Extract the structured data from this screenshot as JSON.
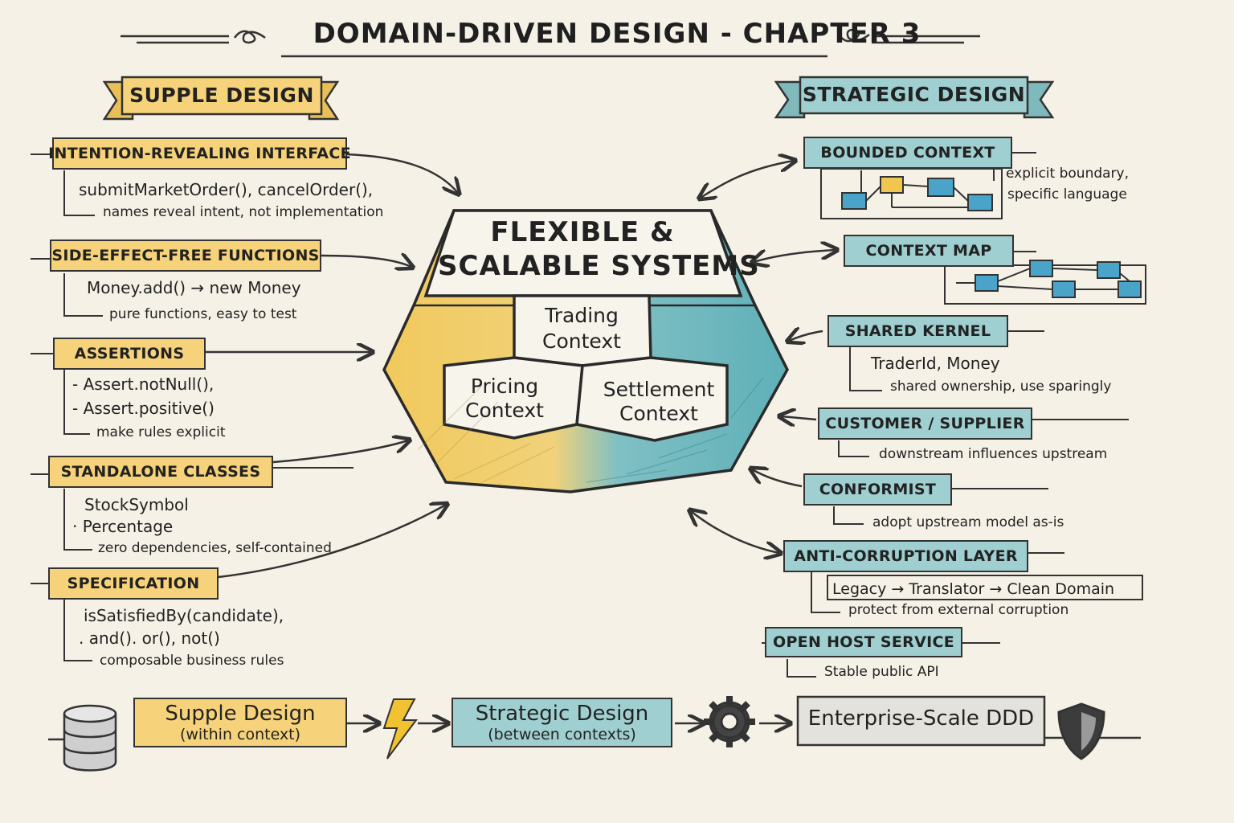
{
  "title": "DOMAIN-DRIVEN DESIGN - CHAPTER 3",
  "supple": {
    "banner": "SUPPLE DESIGN",
    "items": [
      {
        "label": "INTENTION-REVEALING INTERFACE",
        "line1": "submitMarketOrder(), cancelOrder(),",
        "line2": "names reveal intent, not implementation"
      },
      {
        "label": "SIDE-EFFECT-FREE FUNCTIONS",
        "line1": "Money.add() → new Money",
        "line2": "pure functions, easy to test"
      },
      {
        "label": "ASSERTIONS",
        "line1": "- Assert.notNull(),",
        "line1b": "- Assert.positive()",
        "line2": "make rules explicit"
      },
      {
        "label": "STANDALONE CLASSES",
        "line1": "StockSymbol",
        "line1b": "· Percentage",
        "line2": "zero dependencies, self-contained"
      },
      {
        "label": "SPECIFICATION",
        "line1": "isSatisfiedBy(candidate),",
        "line1b": ". and(). or(), not()",
        "line2": "composable business rules"
      }
    ]
  },
  "strategic": {
    "banner": "STRATEGIC DESIGN",
    "items": [
      {
        "label": "BOUNDED CONTEXT",
        "line1": "explicit boundary,",
        "line2": "specific language"
      },
      {
        "label": "CONTEXT MAP"
      },
      {
        "label": "SHARED KERNEL",
        "line1": "TraderId, Money",
        "line2": "shared ownership, use sparingly"
      },
      {
        "label": "CUSTOMER / SUPPLIER",
        "line2": "downstream influences upstream"
      },
      {
        "label": "CONFORMIST",
        "line2": "adopt upstream model as-is"
      },
      {
        "label": "ANTI-CORRUPTION LAYER",
        "line1": "Legacy → Translator → Clean Domain",
        "line2": "protect from external corruption"
      },
      {
        "label": "OPEN HOST SERVICE",
        "line2": "Stable public API"
      }
    ]
  },
  "hub": {
    "title1": "FLEXIBLE &",
    "title2": "SCALABLE SYSTEMS",
    "trading1": "Trading",
    "trading2": "Context",
    "pricing1": "Pricing",
    "pricing2": "Context",
    "settlement1": "Settlement",
    "settlement2": "Context"
  },
  "flow": {
    "supple_main": "Supple Design",
    "supple_sub": "(within context)",
    "strategic_main": "Strategic Design",
    "strategic_sub": "(between contexts)",
    "enterprise": "Enterprise-Scale DDD"
  },
  "colors": {
    "yellow": "#f6d37a",
    "teal": "#9fcfd0",
    "ink": "#333333",
    "paper": "#f5f1e6"
  },
  "icons": [
    "database-icon",
    "lightning-icon",
    "gear-icon",
    "shield-icon"
  ]
}
